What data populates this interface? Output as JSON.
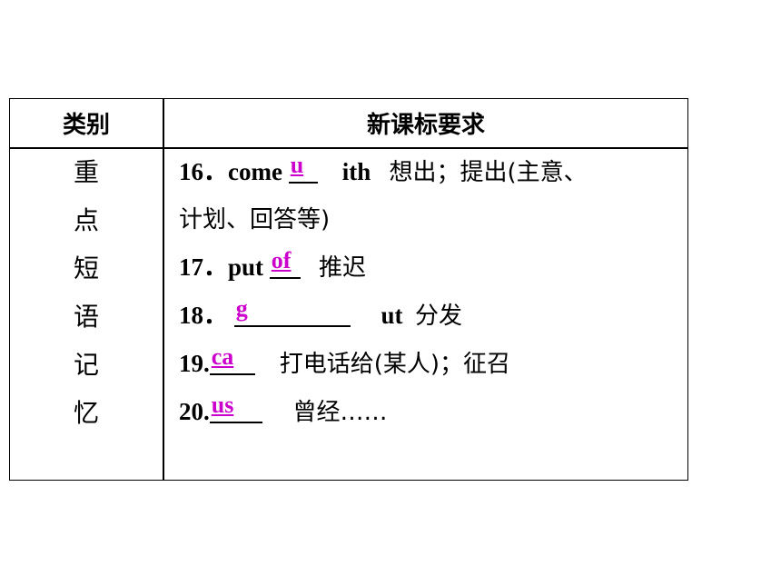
{
  "table": {
    "header": {
      "col1": "类别",
      "col2": "新课标要求"
    },
    "category_chars": [
      "重",
      "点",
      "短",
      "语",
      "记",
      "忆"
    ],
    "items": [
      {
        "num": "16．",
        "pre": "come",
        "answer": "u",
        "post": "ith",
        "meaning": "想出；提出(主意、",
        "meaning_cont": "计划、回答等)"
      },
      {
        "num": "17．",
        "pre": "put",
        "answer": "of",
        "post": "",
        "meaning": "推迟"
      },
      {
        "num": "18．",
        "pre": "",
        "answer": "g",
        "post": "ut",
        "meaning": "分发"
      },
      {
        "num": "19.",
        "pre": "",
        "answer": "ca",
        "post": "",
        "meaning": "打电话给(某人)；征召"
      },
      {
        "num": "20.",
        "pre": "",
        "answer": "us",
        "post": "",
        "meaning": "曾经……"
      }
    ]
  },
  "colors": {
    "answer": "#cc00cc",
    "border": "#000000"
  }
}
